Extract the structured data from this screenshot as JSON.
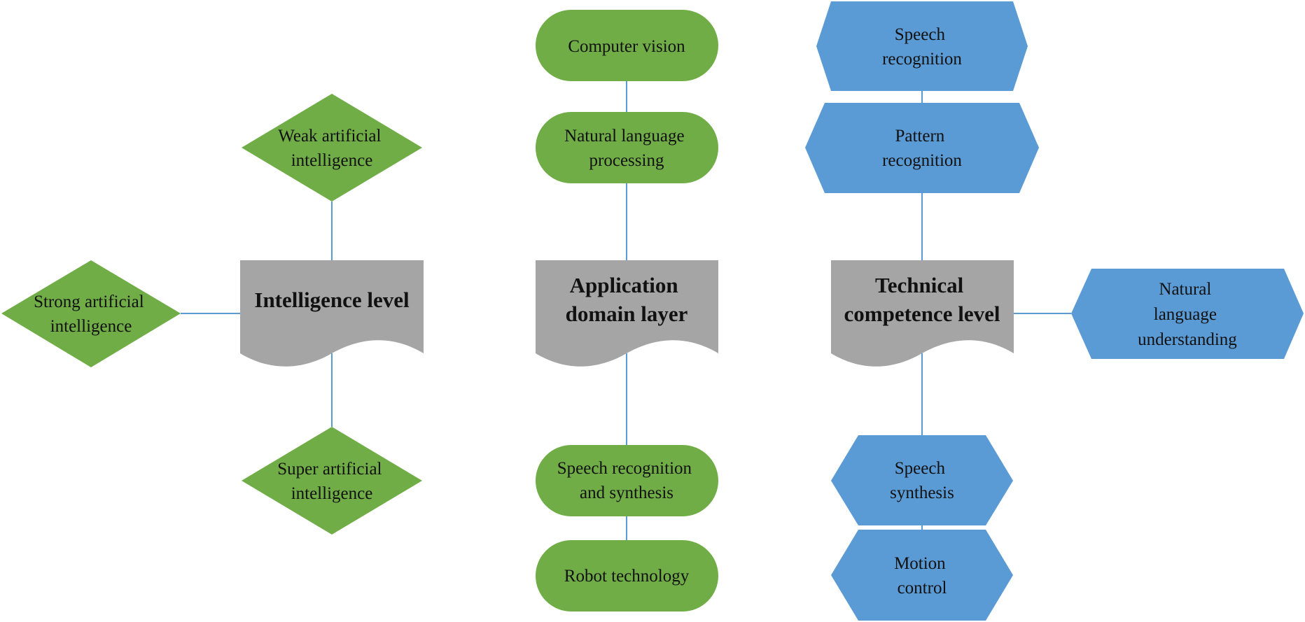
{
  "colors": {
    "green": "#70ad47",
    "blue": "#5b9bd5",
    "gray": "#a5a5a5",
    "connector": "#5b9bd5"
  },
  "hubs": {
    "intelligence_level": {
      "lines": [
        "Intelligence level"
      ]
    },
    "application_domain_layer": {
      "lines": [
        "Application",
        "domain layer"
      ]
    },
    "technical_competence_level": {
      "lines": [
        "Technical",
        "competence level"
      ]
    }
  },
  "intelligence": {
    "weak_ai": {
      "lines": [
        "Weak artificial",
        "intelligence"
      ]
    },
    "strong_ai": {
      "lines": [
        "Strong artificial",
        "intelligence"
      ]
    },
    "super_ai": {
      "lines": [
        "Super artificial",
        "intelligence"
      ]
    }
  },
  "application": {
    "computer_vision": {
      "lines": [
        "Computer vision"
      ]
    },
    "nlp": {
      "lines": [
        "Natural language",
        "processing"
      ]
    },
    "speech_recognition_synthesis": {
      "lines": [
        "Speech recognition",
        "and synthesis"
      ]
    },
    "robot_technology": {
      "lines": [
        "Robot technology"
      ]
    }
  },
  "technical": {
    "speech_recognition": {
      "lines": [
        "Speech",
        "recognition"
      ]
    },
    "pattern_recognition": {
      "lines": [
        "Pattern",
        "recognition"
      ]
    },
    "nlu": {
      "lines": [
        "Natural",
        "language",
        "understanding"
      ]
    },
    "speech_synthesis": {
      "lines": [
        "Speech",
        "synthesis"
      ]
    },
    "motion_control": {
      "lines": [
        "Motion",
        "control"
      ]
    }
  }
}
